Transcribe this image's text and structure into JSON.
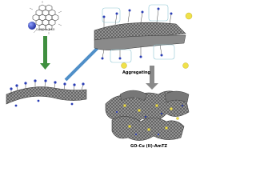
{
  "labels": {
    "reagent": "Cu(NO₃)₂·3H₂O",
    "step": "Aggregating",
    "product": "GO-Cu (II)-AmTZ"
  },
  "colors": {
    "sheet": "#6d6d6d",
    "sheet_dark": "#3c3c3c",
    "arrow_green": "#3f8f3f",
    "arrow_blue": "#4f8fc8",
    "arrow_grey": "#8a8a8a",
    "nitrogen_blue": "#2a3db5",
    "copper_yellow": "#f0e14a",
    "bubble_border": "#8fc7d4"
  },
  "icons": [
    "graphene-oxide-structure",
    "copper-ion-ball",
    "functionalized-sheet",
    "stacked-sheets",
    "aggregated-network"
  ]
}
